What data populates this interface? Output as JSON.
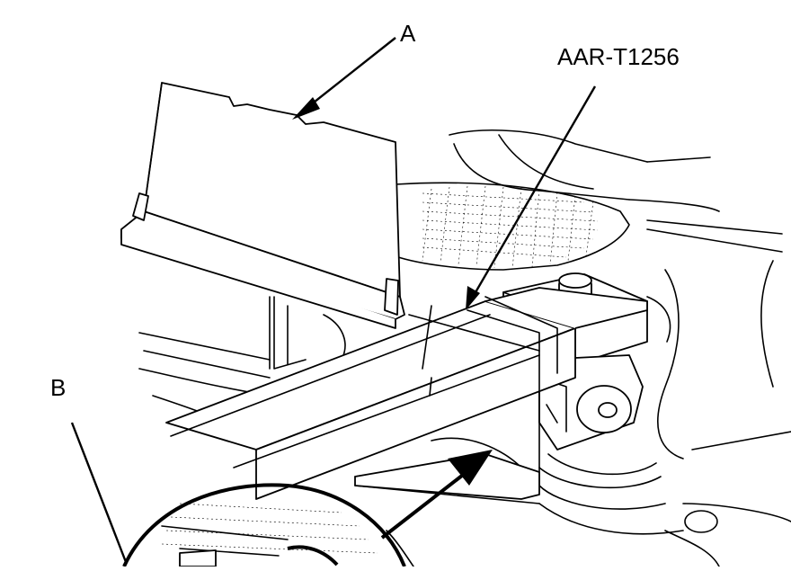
{
  "callouts": {
    "a": "A",
    "tool": "AAR-T1256",
    "b": "B"
  }
}
